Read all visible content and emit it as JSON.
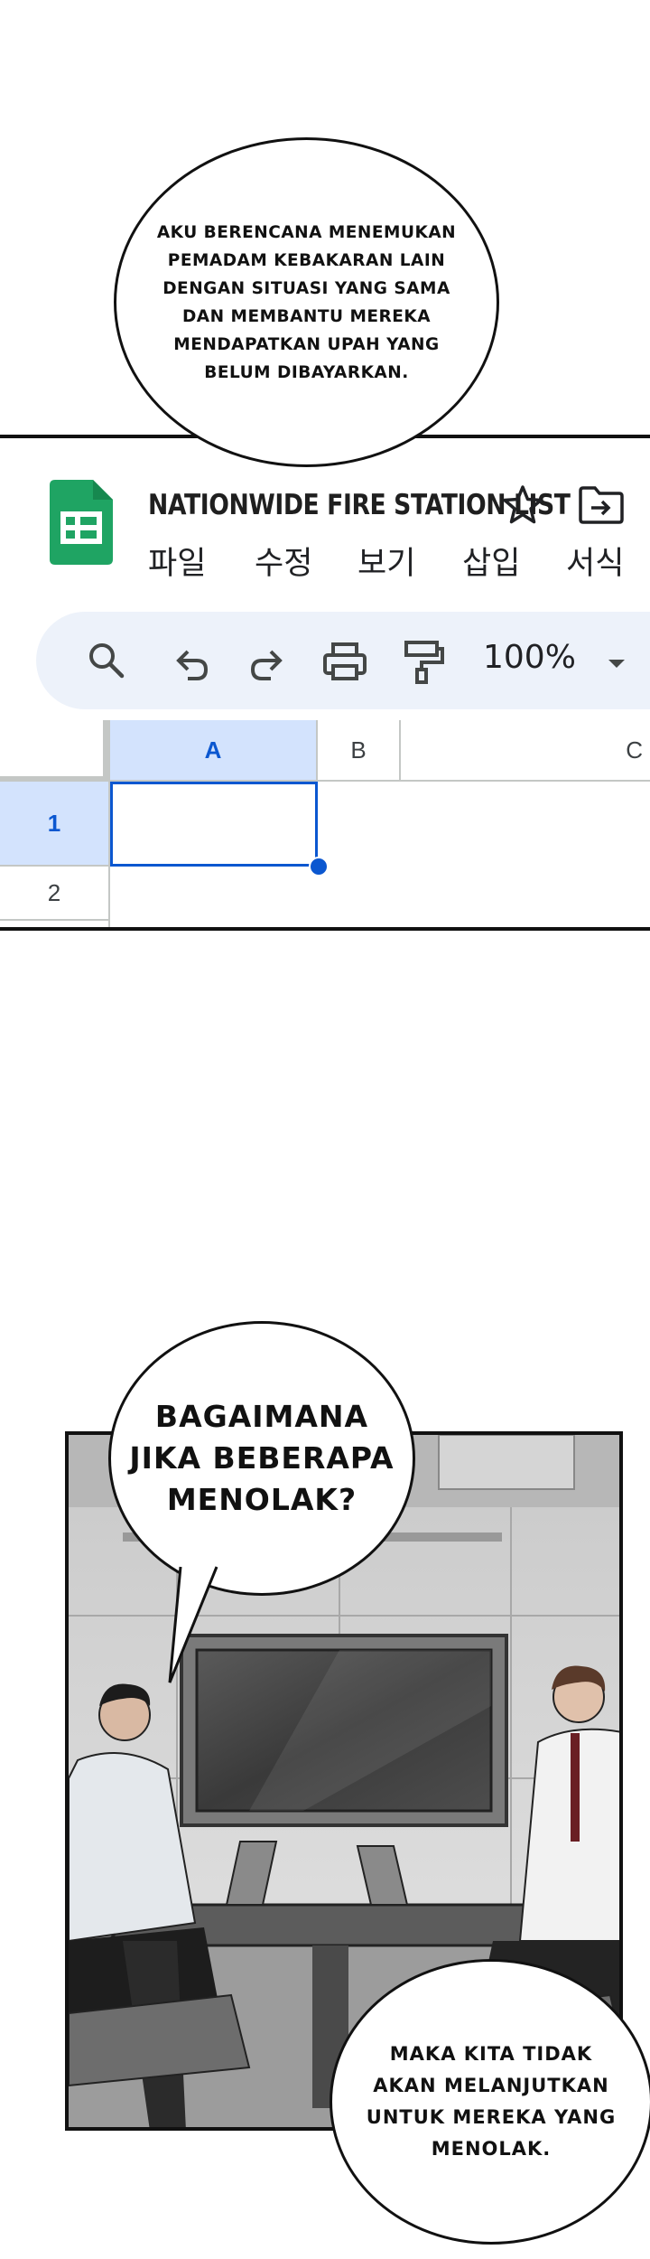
{
  "bubbles": {
    "intro": "AKU BERENCANA MENEMUKAN\nPEMADAM KEBAKARAN LAIN\nDENGAN SITUASI YANG SAMA\nDAN MEMBANTU MEREKA\nMENDAPATKAN UPAH YANG\nBELUM DIBAYARKAN.",
    "question": "BAGAIMANA\nJIKA BEBERAPA\nMENOLAK?",
    "answer": "MAKA KITA TIDAK\nAKAN MELANJUTKAN\nUNTUK MEREKA YANG\nMENOLAK."
  },
  "sheet": {
    "title": "NATIONWIDE FIRE STATION LIST",
    "menu": [
      "파일",
      "수정",
      "보기",
      "삽입",
      "서식"
    ],
    "toolbar": {
      "icons": [
        "search-icon",
        "undo-icon",
        "redo-icon",
        "print-icon",
        "paint-format-icon"
      ],
      "zoom": "100%"
    },
    "columns": [
      "A",
      "B",
      "C"
    ],
    "rows": [
      "1",
      "2"
    ],
    "accent": "#0b57d0",
    "logo_color": "#1fa463"
  }
}
